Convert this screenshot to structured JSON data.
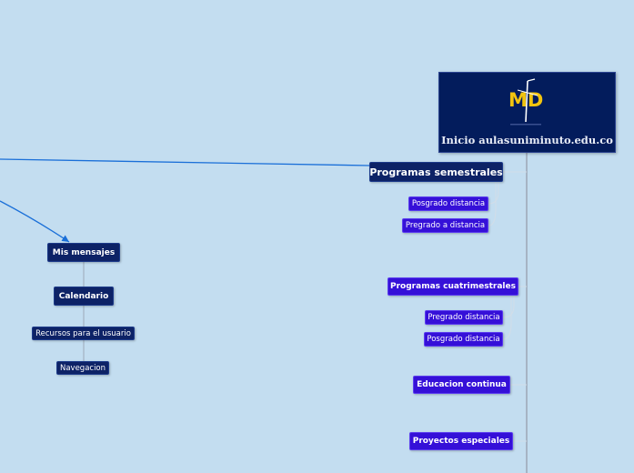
{
  "root": {
    "title": "Inicio aulasuniminuto.edu.co",
    "logo_text": "MD"
  },
  "right_branch": {
    "programas_semestrales": {
      "label": "Programas semestrales",
      "children": [
        "Posgrado distancia",
        "Pregrado a distancia"
      ]
    },
    "programas_cuatrimestrales": {
      "label": "Programas cuatrimestrales",
      "children": [
        "Pregrado distancia",
        "Posgrado distancia"
      ]
    },
    "educacion_continua": {
      "label": "Educacion continua"
    },
    "proyectos_especiales": {
      "label": "Proyectos especiales"
    }
  },
  "left_branch": {
    "mis_mensajes": {
      "label": "Mis mensajes"
    },
    "calendario": {
      "label": "Calendario"
    },
    "recursos": {
      "label": "Recursos para el usuario"
    },
    "navegacion": {
      "label": "Navegacion"
    }
  },
  "colors": {
    "background": "#c3ddf0",
    "navy_node": "#0d2266",
    "blue_node": "#3510d8",
    "link": "#1a6fd8",
    "spine": "#a6b4c4",
    "logo_yellow": "#f2c40f"
  }
}
